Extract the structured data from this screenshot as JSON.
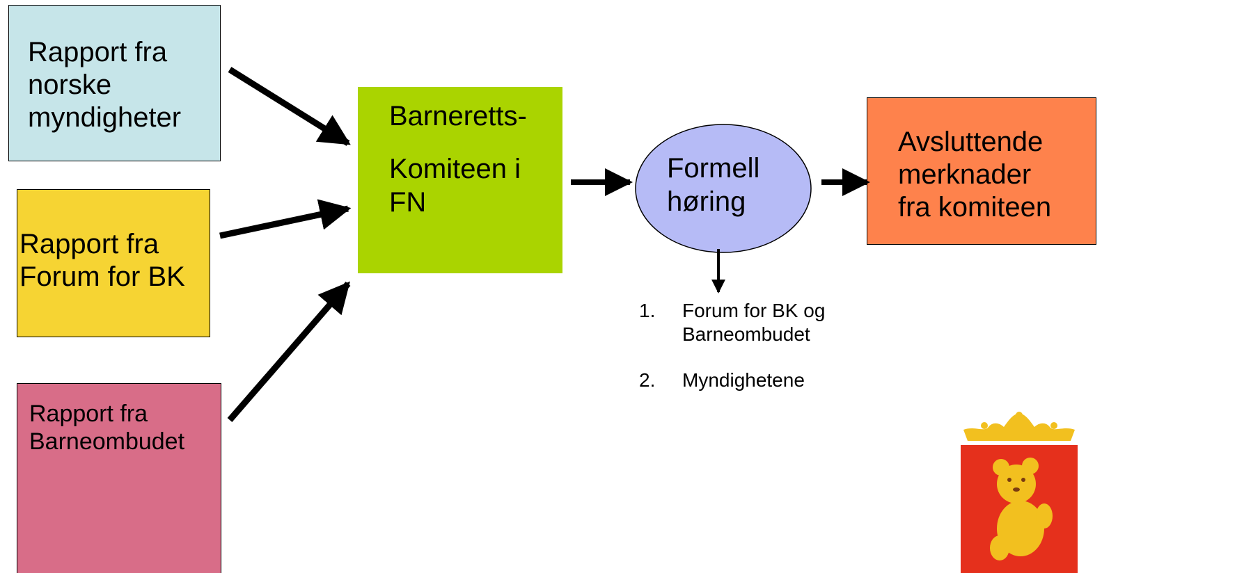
{
  "boxes": {
    "myndigheter": "Rapport fra\nnorske\nmyndigheter",
    "forum": "Rapport fra\nForum for BK",
    "barneombudet": "Rapport fra\nBarneombudet",
    "komite_line1": "Barneretts-",
    "komite_line2": "Komiteen i\nFN",
    "hearing": "Formell\nhøring",
    "avslutt": "Avsluttende\nmerknader\nfra komiteen"
  },
  "participants": [
    {
      "num": "1.",
      "text": "Forum for BK og\nBarneombudet"
    },
    {
      "num": "2.",
      "text": "Myndighetene"
    }
  ],
  "colors": {
    "myndigheter": "#c6e5e9",
    "forum": "#f6d433",
    "barneombudet": "#d86d88",
    "komite": "#aad400",
    "hearing": "#b6bbf6",
    "avslutt": "#fe824c",
    "logo_crown": "#f2c01f",
    "logo_shield": "#e5301c"
  },
  "icons": {
    "logo": "crown-shield-teddy-bear-logo"
  }
}
